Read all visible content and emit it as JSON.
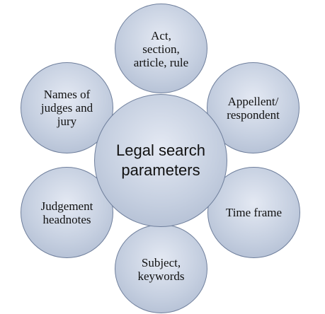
{
  "diagram": {
    "center": {
      "label": "Legal search\nparameters"
    },
    "satellites": [
      {
        "label": "Act,\nsection,\narticle, rule"
      },
      {
        "label": "Appellent/\nrespondent"
      },
      {
        "label": "Time frame"
      },
      {
        "label": "Subject,\nkeywords"
      },
      {
        "label": "Judgement\nheadnotes"
      },
      {
        "label": "Names of\njudges and\njury"
      }
    ],
    "colors": {
      "circle_fill": "#c5cfe0",
      "circle_border": "#6f7f9c",
      "text": "#111111"
    }
  }
}
